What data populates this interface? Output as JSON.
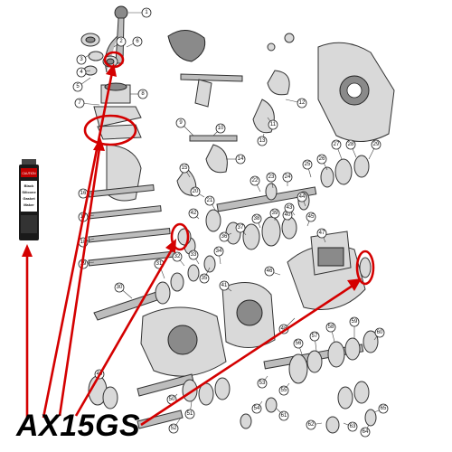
{
  "model": "AX15GS",
  "tube": {
    "label_lines": [
      "Black",
      "Silicone",
      "Gasket",
      "Maker"
    ],
    "caution": "CAUTION"
  },
  "callouts": [
    "1",
    "2",
    "3",
    "4",
    "5",
    "6",
    "7",
    "8",
    "9",
    "10",
    "11",
    "12",
    "13",
    "14",
    "15",
    "16",
    "17",
    "18",
    "19",
    "20",
    "21",
    "22",
    "23",
    "24",
    "25",
    "26",
    "27",
    "28",
    "29",
    "30",
    "31",
    "32",
    "33",
    "34",
    "35",
    "36",
    "37",
    "38",
    "39",
    "40",
    "41",
    "42",
    "43",
    "44",
    "45",
    "46",
    "47",
    "48",
    "49",
    "50",
    "51",
    "52",
    "53",
    "54",
    "55",
    "56",
    "57",
    "58",
    "59",
    "60",
    "61",
    "62",
    "63",
    "64",
    "65"
  ],
  "colors": {
    "highlight": "#d40000",
    "tube": "#1a1a1a",
    "line": "#333333"
  }
}
